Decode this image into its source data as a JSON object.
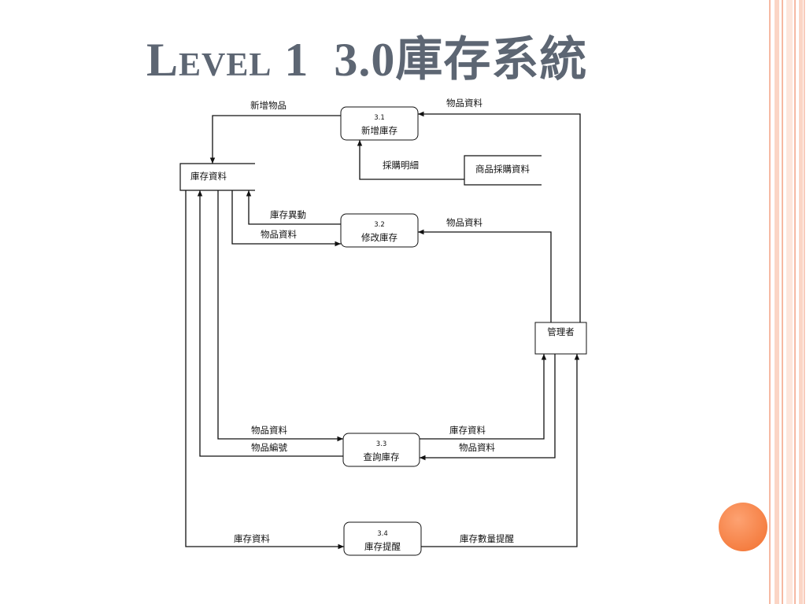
{
  "slide": {
    "title": "Level 1  3.0庫存系統",
    "title_color": "#5d6673",
    "accent_color": "#f9874d",
    "stripe_color": "#f6b9a3"
  },
  "diagram": {
    "processes": [
      {
        "number": "3.1",
        "name": "新增庫存"
      },
      {
        "number": "3.2",
        "name": "修改庫存"
      },
      {
        "number": "3.3",
        "name": "查詢庫存"
      },
      {
        "number": "3.4",
        "name": "庫存提醒"
      }
    ],
    "data_stores": [
      {
        "name": "庫存資料"
      },
      {
        "name": "商品採購資料"
      }
    ],
    "external_entity": {
      "name": "管理者"
    },
    "flows": [
      {
        "label": "物品資料"
      },
      {
        "label": "新增物品"
      },
      {
        "label": "採購明細"
      },
      {
        "label": "庫存異動"
      },
      {
        "label": "物品資料"
      },
      {
        "label": "物品資料"
      },
      {
        "label": "物品資料"
      },
      {
        "label": "物品編號"
      },
      {
        "label": "庫存資料"
      },
      {
        "label": "物品資料"
      },
      {
        "label": "庫存資料"
      },
      {
        "label": "庫存數量提醒"
      }
    ]
  }
}
